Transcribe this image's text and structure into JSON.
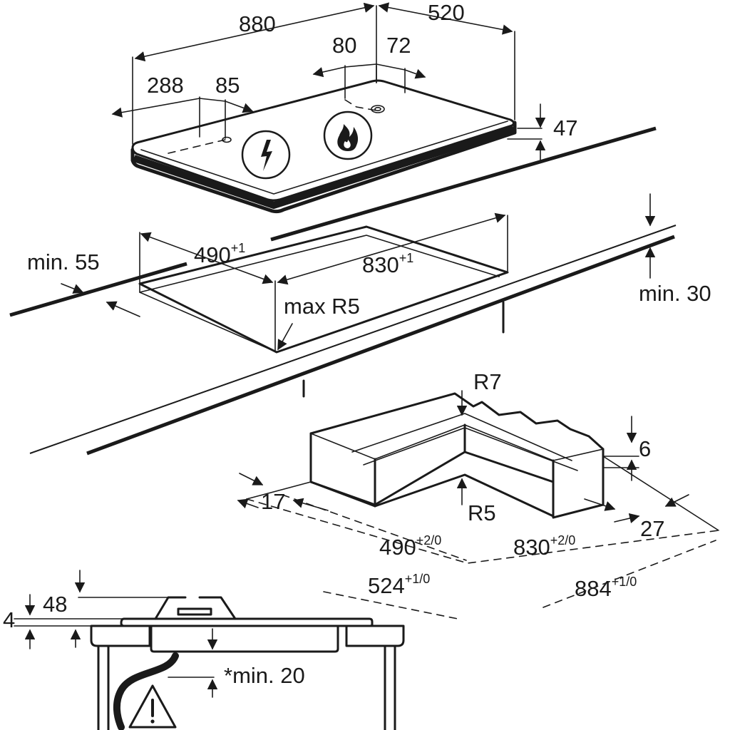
{
  "hob": {
    "width": "880",
    "depth": "520",
    "burner_offset_a": "80",
    "burner_offset_b": "72",
    "cable_offset_a": "288",
    "cable_offset_b": "85",
    "height": "47",
    "electric_icon": "lightning-bolt-icon",
    "gas_icon": "flame-icon"
  },
  "cutout": {
    "depth": "490",
    "depth_tol": "+1",
    "width": "830",
    "width_tol": "+1",
    "corner_radius": "max R5",
    "front_min": "min. 55",
    "worktop_min": "min. 30"
  },
  "flush": {
    "outer_radius": "R7",
    "inner_radius": "R5",
    "step_depth": "6",
    "side_margin_left": "17",
    "side_margin_right": "27",
    "inner_depth": "490",
    "inner_depth_tol": "+2/0",
    "inner_width": "830",
    "inner_width_tol": "+2/0",
    "outer_depth": "524",
    "outer_depth_tol": "+1/0",
    "outer_width": "884",
    "outer_width_tol": "+1/0"
  },
  "section": {
    "total_height": "48",
    "glass_offset": "4",
    "clearance": "*min. 20",
    "warning_icon": "warning-triangle-icon"
  }
}
